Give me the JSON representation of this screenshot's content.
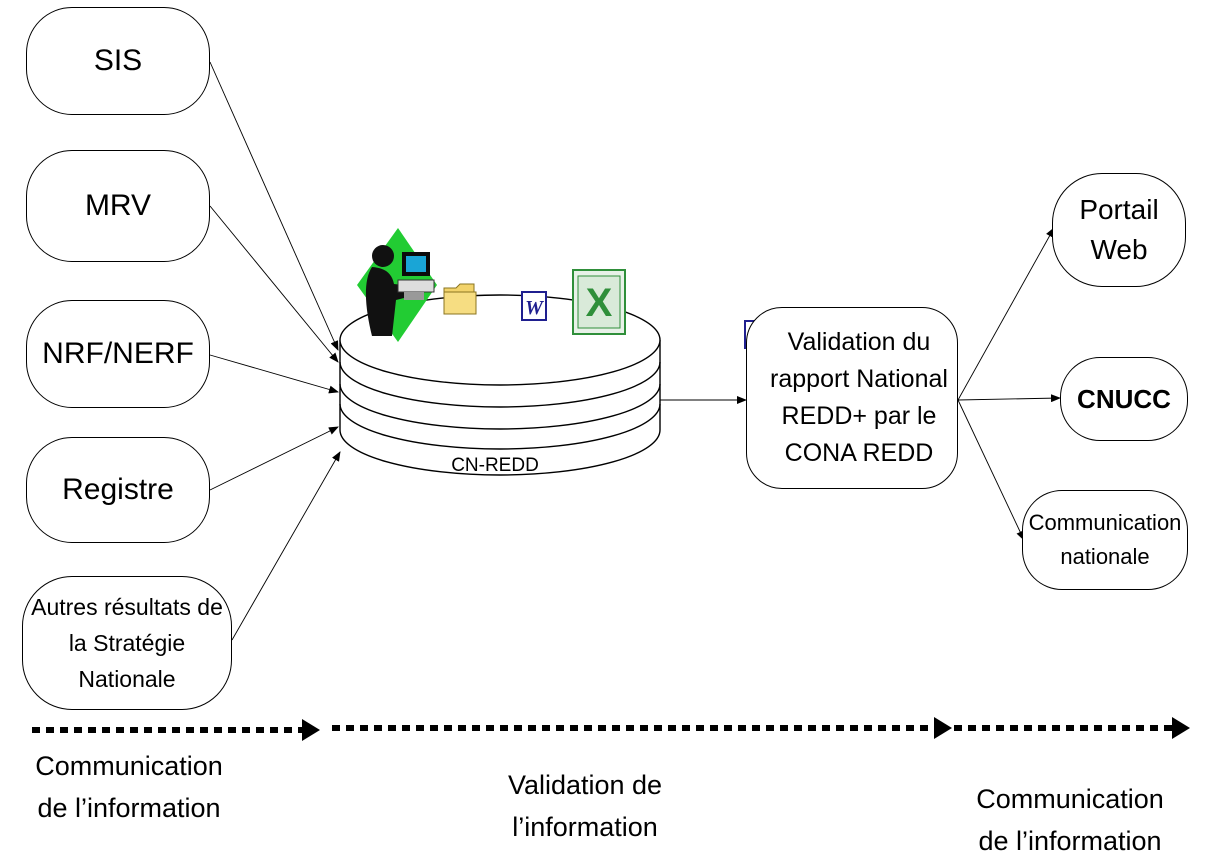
{
  "sources": [
    {
      "lines": [
        "SIS"
      ]
    },
    {
      "lines": [
        "MRV"
      ]
    },
    {
      "lines": [
        "NRF/NERF"
      ]
    },
    {
      "lines": [
        "Registre"
      ]
    },
    {
      "lines": [
        "Autres résultats de",
        "la Stratégie",
        "Nationale"
      ]
    }
  ],
  "database": {
    "label": "CN-REDD"
  },
  "icons": [
    "user-at-computer-icon",
    "folder-icon",
    "word-icon",
    "excel-icon"
  ],
  "validation": {
    "lines": [
      "Validation du",
      "rapport National",
      "REDD+ par le",
      "CONA REDD"
    ],
    "icon": "word-icon"
  },
  "outputs": [
    {
      "lines": [
        "Portail",
        "Web"
      ]
    },
    {
      "lines": [
        "CNUCC"
      ]
    },
    {
      "lines": [
        "Communication",
        "nationale"
      ]
    }
  ],
  "phases": [
    {
      "lines": [
        "Communication",
        "de l’information"
      ]
    },
    {
      "lines": [
        "Validation de",
        "l’information"
      ]
    },
    {
      "lines": [
        "Communication",
        "de l’information"
      ]
    }
  ],
  "colors": {
    "word_blue": "#1f1f8f",
    "excel_green": "#2f8f3a",
    "highlight_green": "#22cc33",
    "folder_yellow": "#f2d36b"
  }
}
